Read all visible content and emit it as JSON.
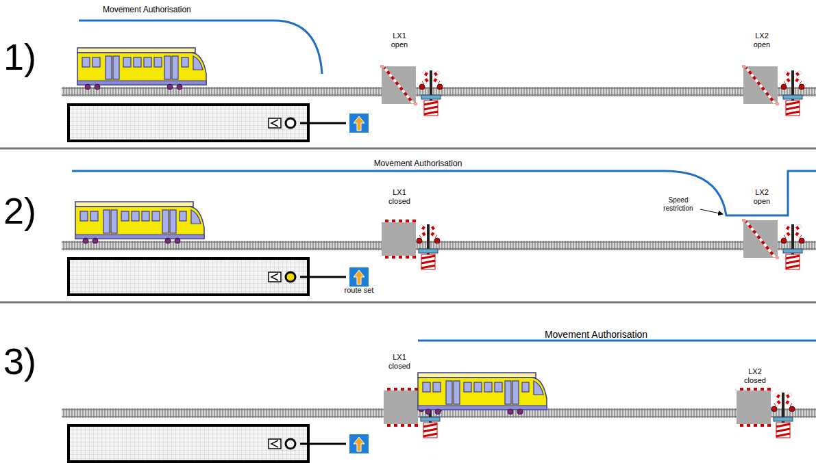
{
  "diagram": {
    "labels": [
      "1)",
      "Movement Authorisation",
      "LX1 open",
      "LX2 open",
      "2)",
      "Movement Authorisation",
      "LX1 closed",
      "Speed restriction",
      "LX2 open",
      "route set",
      "3)",
      "Movement Authorisation",
      "LX1 closed",
      "LX2 closed"
    ]
  }
}
